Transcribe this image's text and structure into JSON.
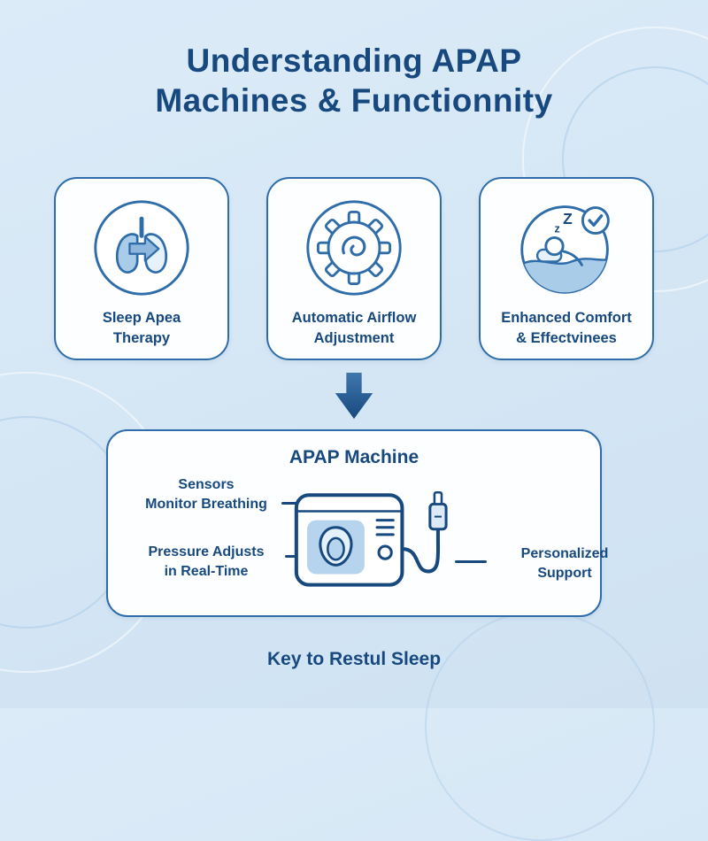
{
  "title": {
    "text": "Understanding APAP\nMachines & Functionnity"
  },
  "cards": [
    {
      "icon": "lungs-icon",
      "label": "Sleep Apea\nTherapy"
    },
    {
      "icon": "gear-airflow-icon",
      "label": "Automatic Airflow\nAdjustment"
    },
    {
      "icon": "sleep-check-icon",
      "label": "Enhanced Comfort\n& Effectvinees"
    }
  ],
  "arrow": {
    "icon": "down-arrow-icon"
  },
  "machine": {
    "title": "APAP Machine",
    "illustration": "apap-machine-illustration",
    "callouts": [
      {
        "id": "sensors",
        "text": "Sensors\nMonitor Breathing"
      },
      {
        "id": "pressure",
        "text": "Pressure Adjusts\nin Real-Time"
      },
      {
        "id": "support",
        "text": "Personalized\nSupport"
      }
    ]
  },
  "footer": {
    "text": "Key to Restul Sleep"
  },
  "colors": {
    "background": "#d6e7f5",
    "primary_dark": "#17497f",
    "primary": "#2e6da9",
    "light_fill": "#aecde9",
    "card_background": "#fdfeff"
  }
}
